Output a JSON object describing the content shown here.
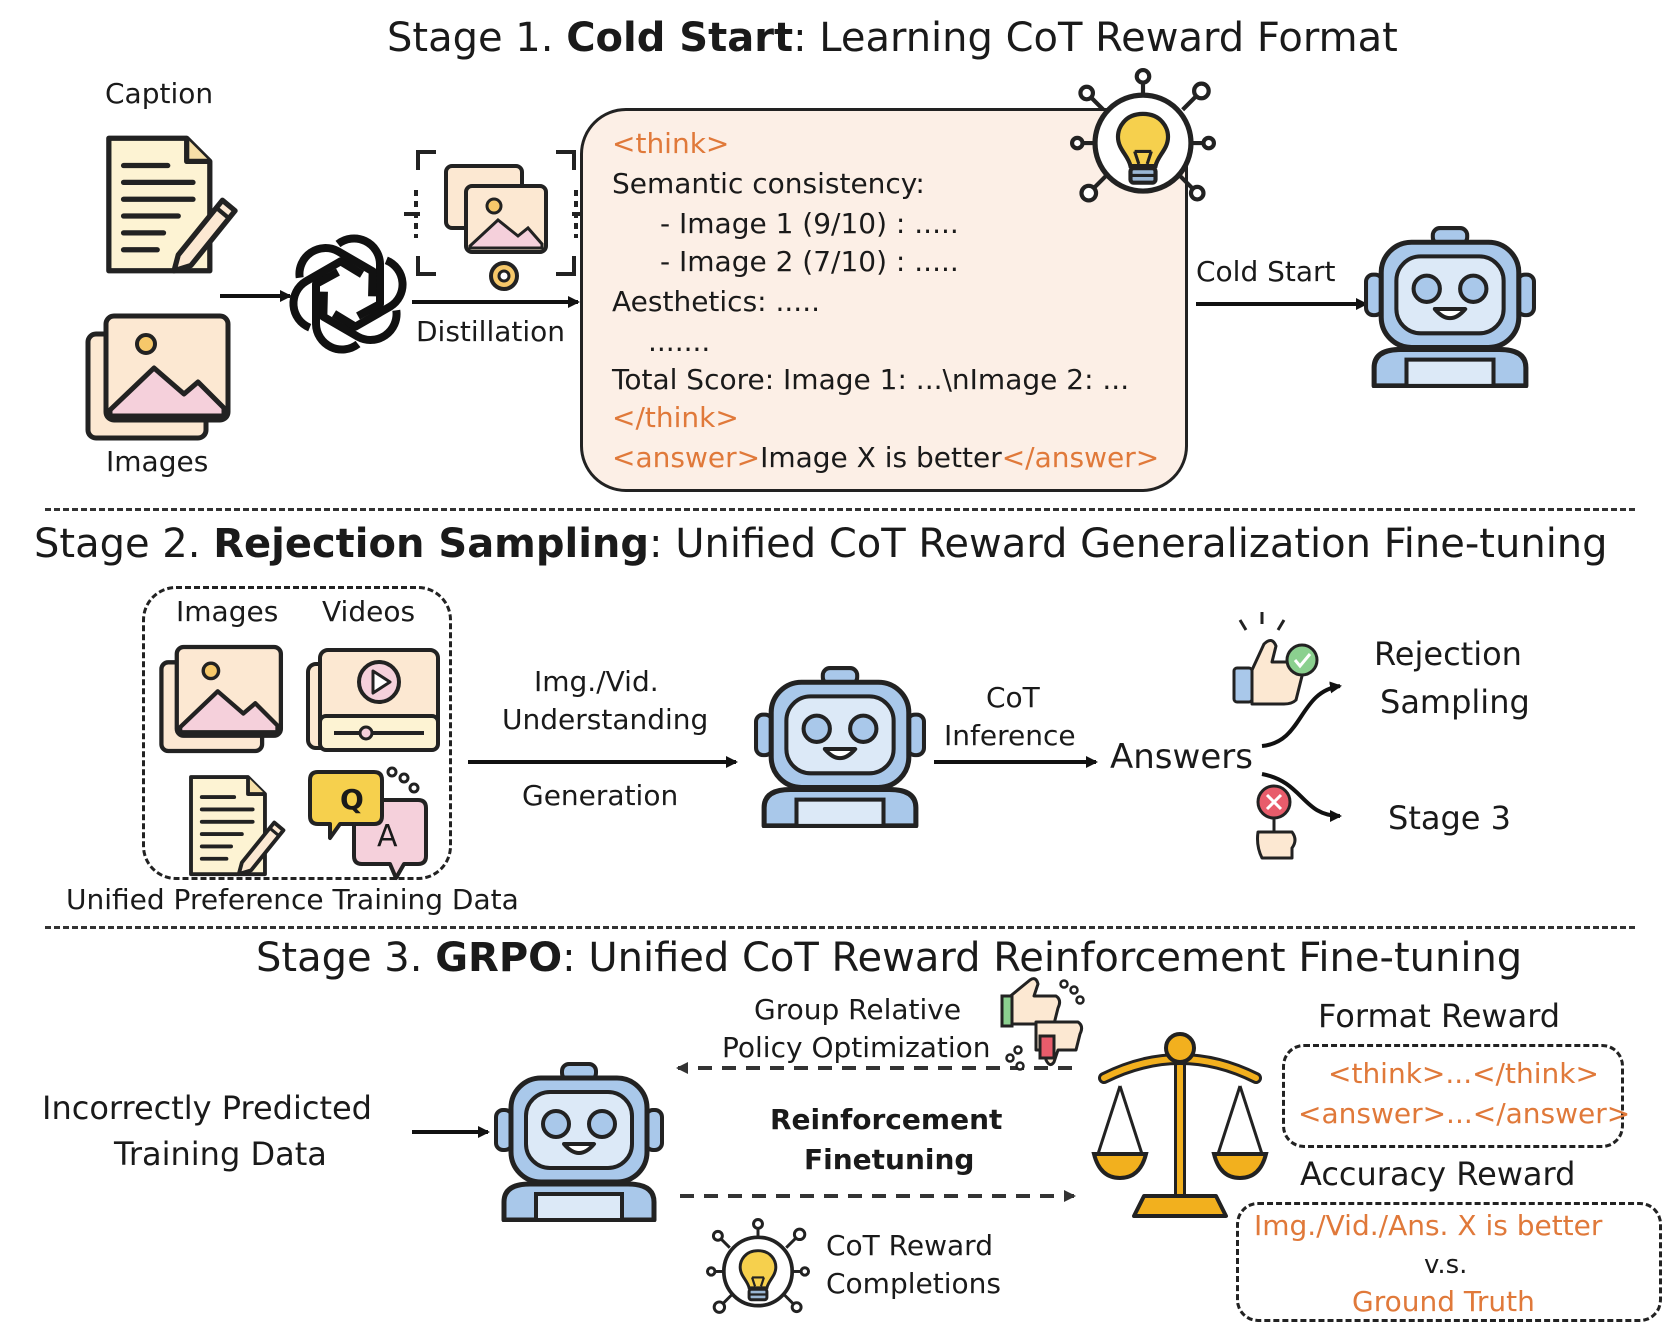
{
  "stage1": {
    "title_prefix": "Stage 1. ",
    "title_bold": "Cold Start",
    "title_suffix": ": Learning CoT Reward Format",
    "caption_label": "Caption",
    "images_label": "Images",
    "distillation_label": "Distillation",
    "cold_start_label": "Cold Start",
    "code": {
      "think_open": "<think>",
      "line1": "Semantic consistency:",
      "line2": "- Image 1 (9/10) : .....",
      "line3": "- Image 2 (7/10) : .....",
      "line4": "Aesthetics: .....",
      "line5": ".......",
      "line6": "Total Score: Image 1: ...\\nImage 2: ...",
      "think_close": "</think>",
      "answer_open": "<answer>",
      "answer_text": "Image X is better",
      "answer_close": "</answer>"
    }
  },
  "stage2": {
    "title_prefix": "Stage 2. ",
    "title_bold": "Rejection Sampling",
    "title_suffix": ": Unified CoT Reward Generalization Fine-tuning",
    "images_label": "Images",
    "videos_label": "Videos",
    "data_label": "Unified Preference Training Data",
    "understanding_label_1": "Img./Vid.",
    "understanding_label_2": "Understanding",
    "generation_label": "Generation",
    "cot_label_1": "CoT",
    "cot_label_2": "Inference",
    "answers_label": "Answers",
    "rejection_label_1": "Rejection",
    "rejection_label_2": "Sampling",
    "stage3_label": "Stage 3",
    "q_letter": "Q",
    "a_letter": "A"
  },
  "stage3": {
    "title_prefix": "Stage 3. ",
    "title_bold": "GRPO",
    "title_suffix": ": Unified CoT Reward Reinforcement Fine-tuning",
    "input_label_1": "Incorrectly Predicted",
    "input_label_2": "Training Data",
    "grpo_label_1": "Group Relative",
    "grpo_label_2": "Policy Optimization",
    "rf_label_1": "Reinforcement",
    "rf_label_2": "Finetuning",
    "completions_label_1": "CoT Reward",
    "completions_label_2": "Completions",
    "format_reward_label": "Format Reward",
    "format_line1": "<think>...</think>",
    "format_line2": "<answer>...</answer>",
    "accuracy_reward_label": "Accuracy Reward",
    "accuracy_line1": "Img./Vid./Ans. X is better",
    "accuracy_line2": "v.s.",
    "accuracy_line3": "Ground Truth"
  },
  "colors": {
    "accent_orange": "#E0793A",
    "robot_blue": "#A9C8EA",
    "robot_face": "#DCE9F7",
    "code_bg": "#FCEFE6",
    "doc_bg": "#FDF3D3",
    "image_bg": "#FCE8D2",
    "scale_gold": "#F2B01E",
    "check_green": "#8BD08F",
    "cross_red": "#E85C6B"
  }
}
